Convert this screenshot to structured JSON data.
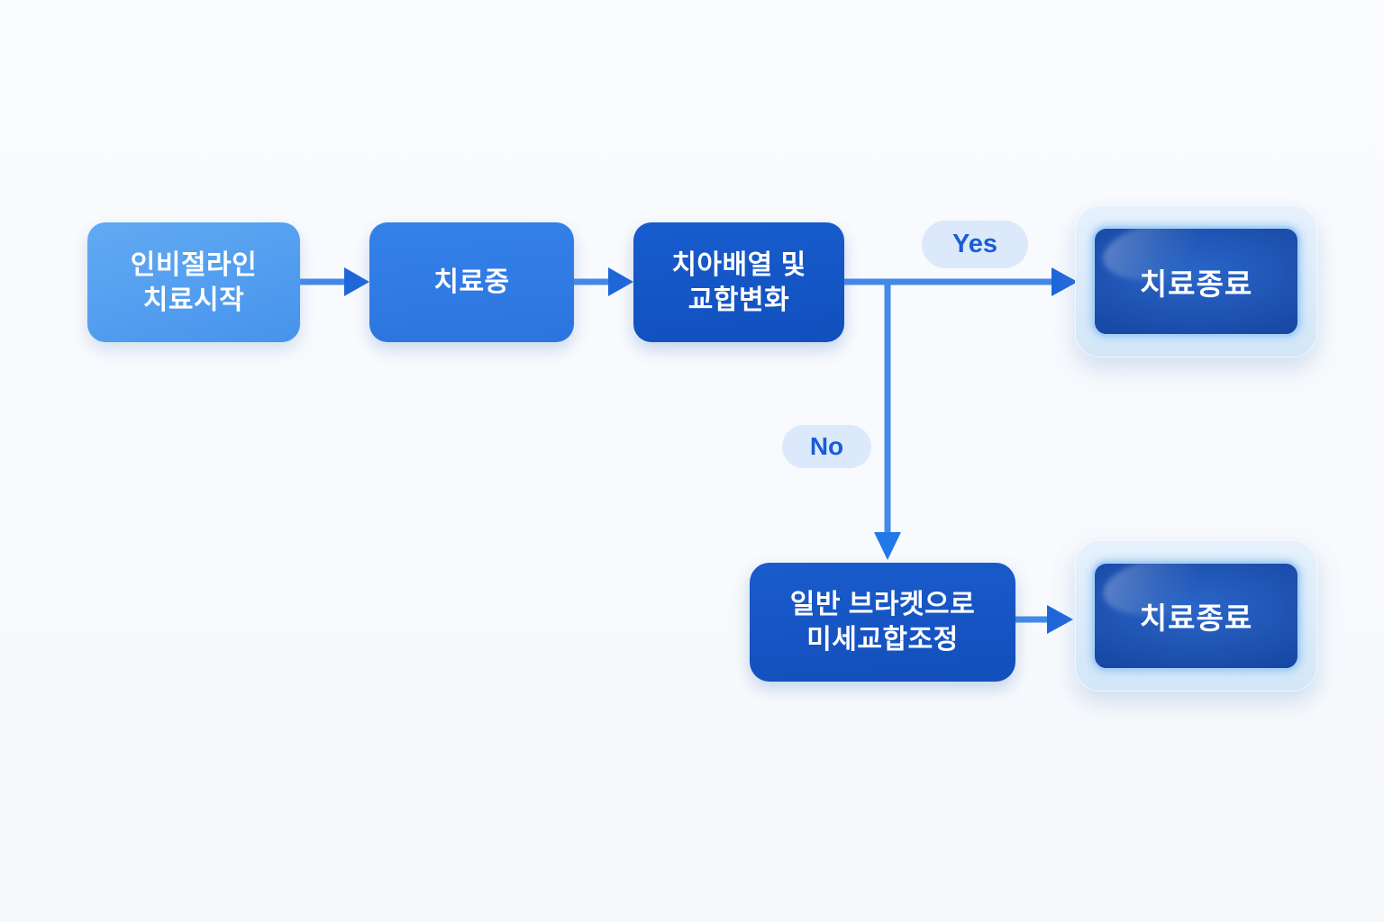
{
  "nodes": {
    "start": {
      "line1": "인비절라인",
      "line2": "치료시작"
    },
    "treating": {
      "label": "치료중"
    },
    "decision": {
      "line1": "치아배열 및",
      "line2": "교합변화"
    },
    "bracket": {
      "line1": "일반 브라켓으로",
      "line2": "미세교합조정"
    },
    "end_top": {
      "label": "치료종료"
    },
    "end_bottom": {
      "label": "치료종료"
    }
  },
  "branch_labels": {
    "yes": "Yes",
    "no": "No"
  },
  "colors": {
    "background": "#F8FAFD",
    "start_node": "#55A0F0",
    "treating_node": "#2E7AE4",
    "decision_node": "#1456C8",
    "bracket_node": "#1655C4",
    "end_node_center": "#2966C8",
    "end_node_edge": "#0D3A92",
    "end_node_frame": "#DCEBFA",
    "end_node_ring": "#A9D2F5",
    "arrow_line": "#4289E9",
    "arrow_head": "#1F66D9",
    "label_pill_bg": "#DBE9FA",
    "label_text": "#1B5CD8",
    "node_text": "#FFFFFF"
  }
}
